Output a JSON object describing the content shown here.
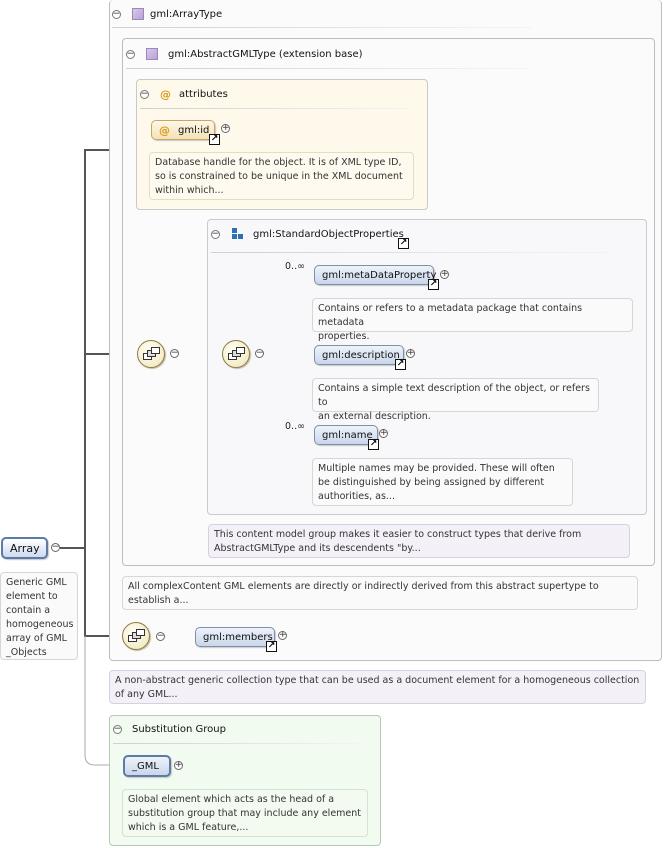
{
  "array_type": {
    "label": "gml:ArrayType"
  },
  "abstract_gml_type": {
    "label": "gml:AbstractGMLType (extension base)"
  },
  "attributes": {
    "label": "attributes",
    "id_label": "gml:id",
    "id_doc": [
      "Database handle for the object. It is of XML type ID,",
      "so is constrained to be unique in the XML document",
      "within which..."
    ]
  },
  "standard_object_properties": {
    "label": "gml:StandardObjectProperties",
    "elements": [
      {
        "occurrence": "0..∞",
        "name": "gml:metaDataProperty",
        "doc": [
          "Contains or refers to a metadata package that contains metadata",
          "properties."
        ]
      },
      {
        "occurrence": "",
        "name": "gml:description",
        "doc": [
          "Contains a simple text description of the object, or refers to",
          "an external description."
        ]
      },
      {
        "occurrence": "0..∞",
        "name": "gml:name",
        "doc": [
          "Multiple names may be provided. These will often",
          "be distinguished by being assigned by different",
          "authorities, as..."
        ]
      }
    ],
    "group_doc": [
      "This content model group makes it easier to construct types that derive from",
      "AbstractGMLType and its descendents \"by..."
    ]
  },
  "abstract_doc": [
    "All complexContent GML elements are directly or indirectly derived from this abstract supertype to",
    "establish a..."
  ],
  "members": {
    "label": "gml:members"
  },
  "array_type_doc": [
    "A non-abstract generic collection type that can be used as a document element for a homogeneous collection",
    "of any GML..."
  ],
  "root": {
    "label": "Array",
    "doc": [
      "Generic GML",
      "element to",
      "contain a",
      "homogeneous",
      "array of GML",
      "_Objects"
    ]
  },
  "substitution_group": {
    "label": "Substitution Group",
    "element": "_GML",
    "doc": [
      "Global element which acts as the head of a",
      "substitution group that may include any element",
      "which is a GML feature,..."
    ]
  },
  "colors": {
    "compositor_fill": "#efe4b8",
    "element_fill": "#c9d6ea",
    "attribute_fill": "#f4e1b8",
    "substitution_fill": "#f1fbef"
  }
}
